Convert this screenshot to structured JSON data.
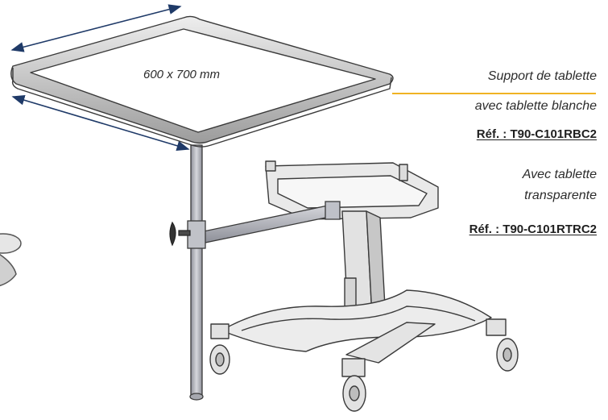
{
  "dimension_label": "600 x 700 mm",
  "products": [
    {
      "caption_lines": [
        "Support de tablette",
        "avec tablette blanche"
      ],
      "reference": "Réf. : T90-C101RBC2"
    },
    {
      "caption_lines": [
        "Avec tablette",
        "transparente"
      ],
      "reference": "Réf. : T90-C101RTRC2"
    }
  ],
  "colors": {
    "accent": "#f0b323",
    "dimension_arrow": "#1f3a68",
    "tray_metal": "#c7c7c7",
    "pole": "#b3b5bd",
    "text": "#2c2c2c"
  }
}
